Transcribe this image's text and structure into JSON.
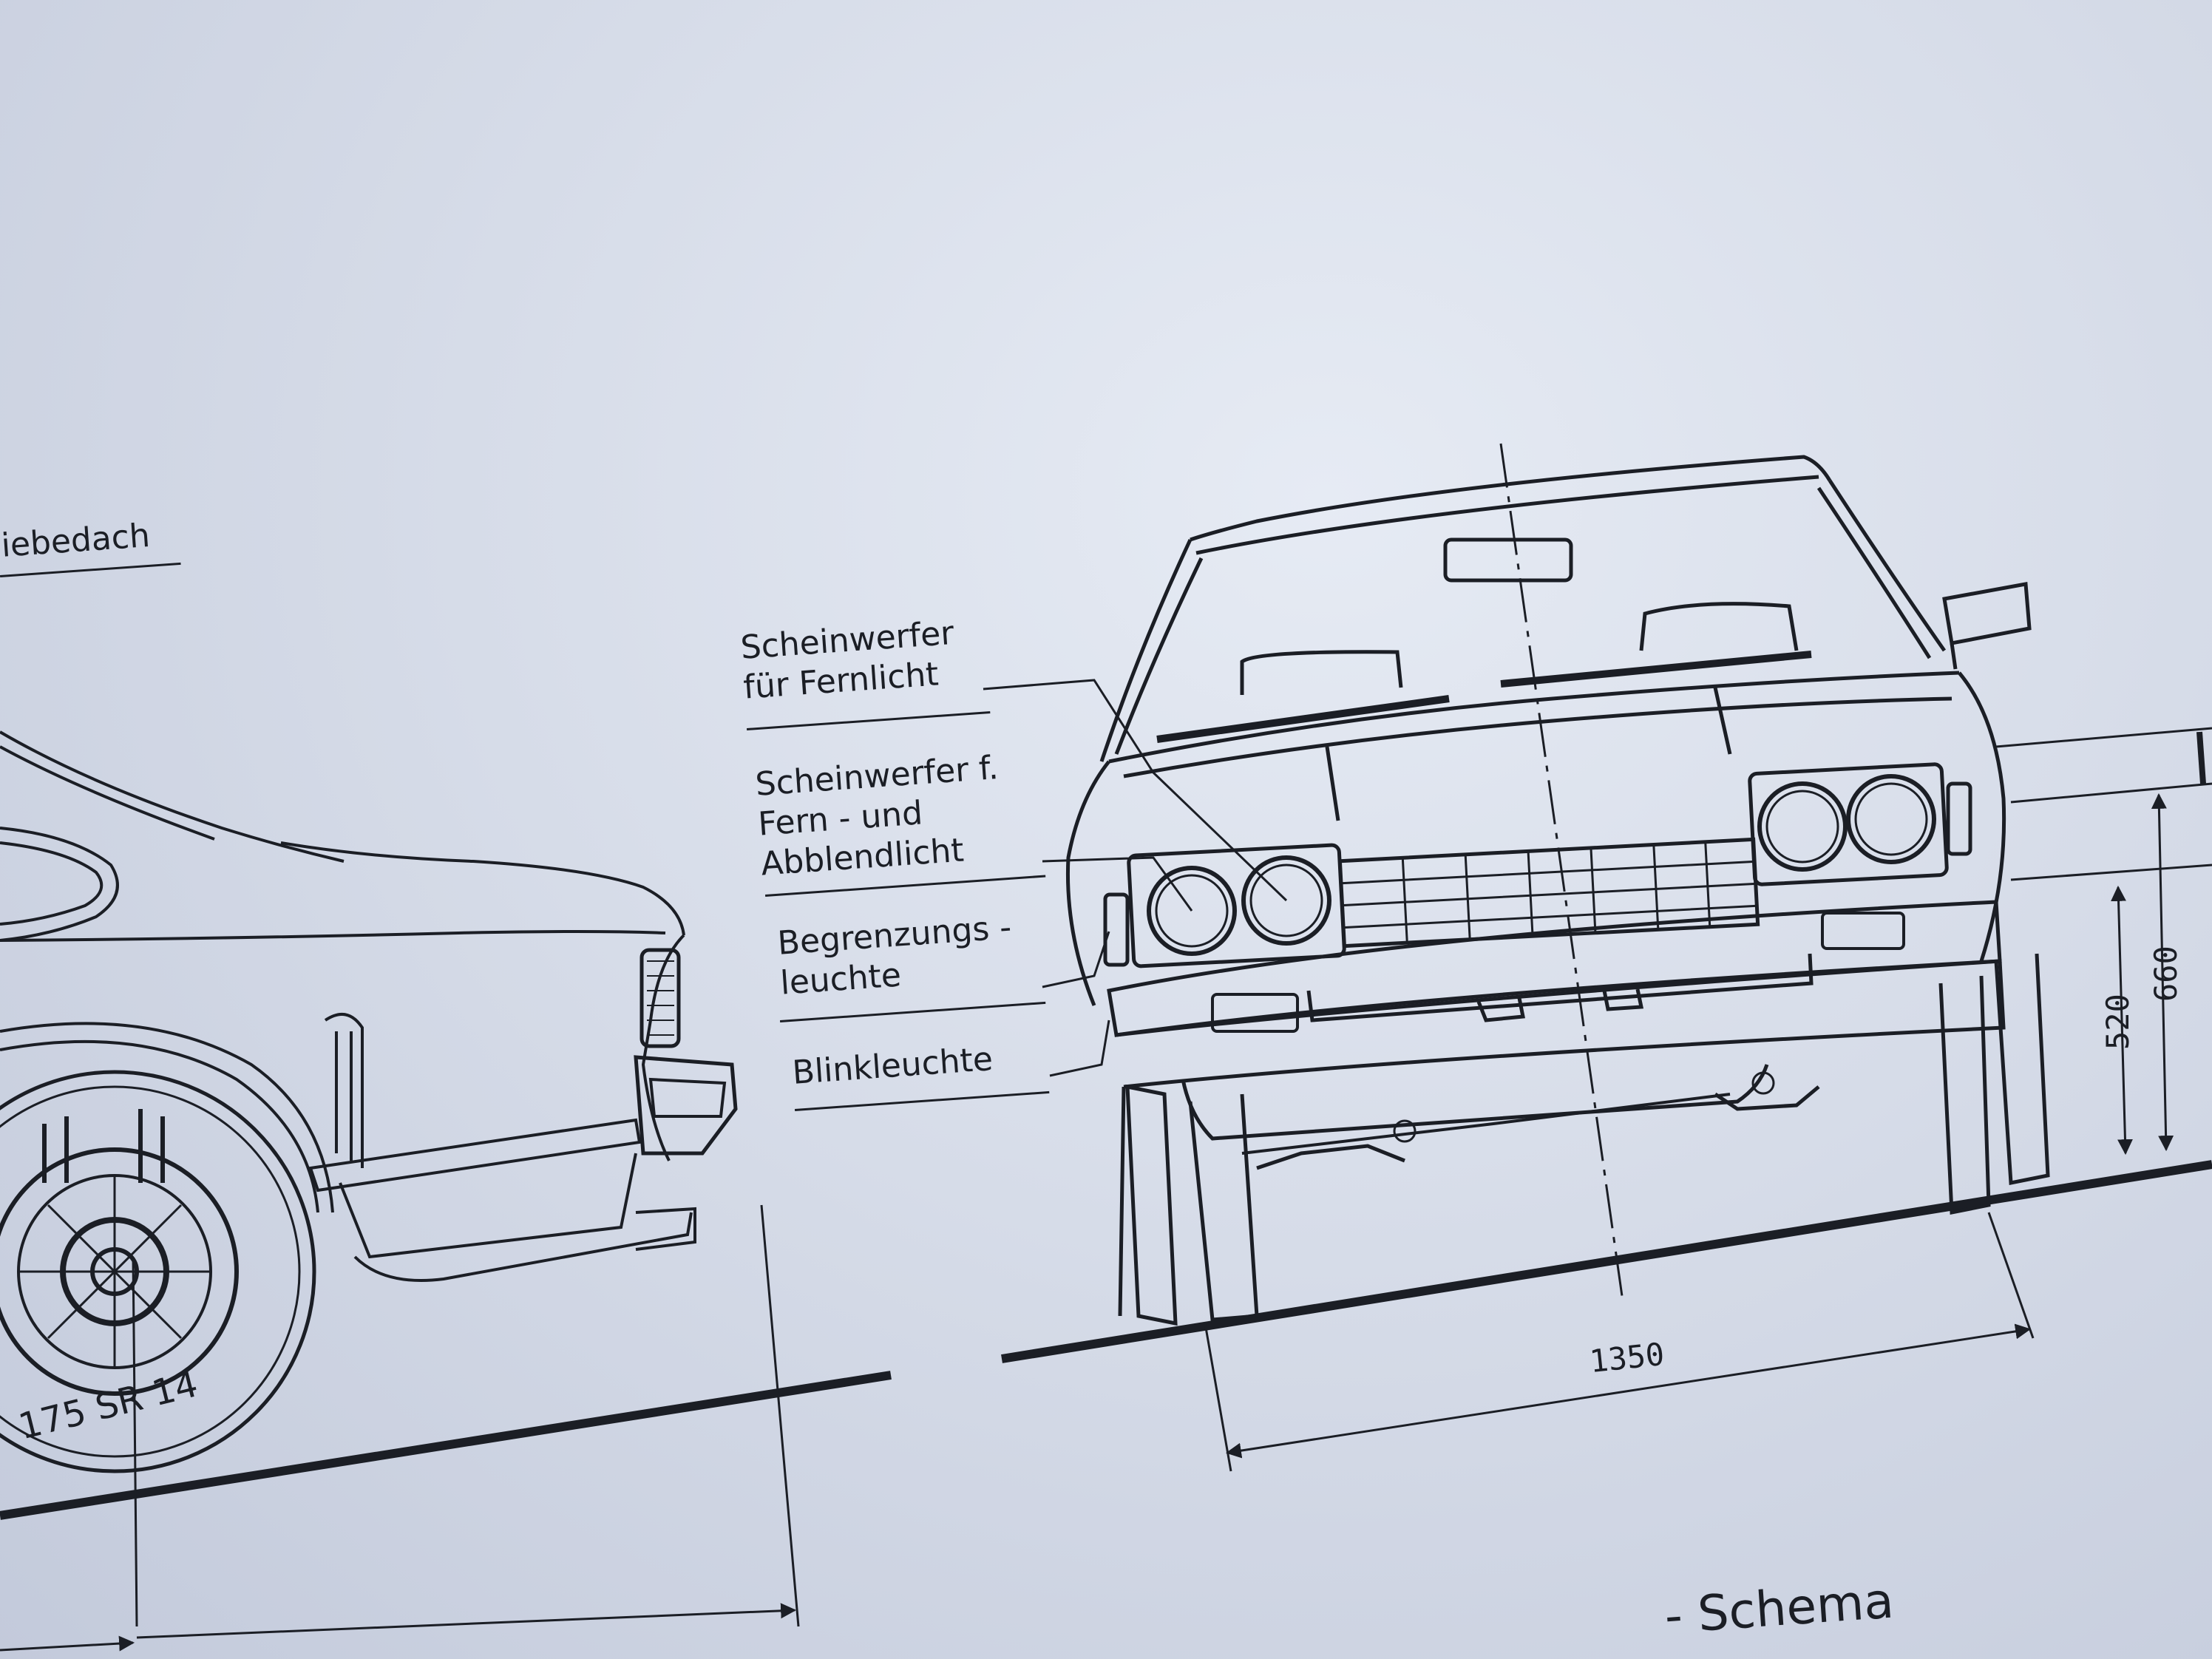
{
  "labels": {
    "schiebedach_fragment": "iebedach",
    "scheinwerfer_fern": [
      "Scheinwerfer",
      "für Fernlicht"
    ],
    "scheinwerfer_fern_abblend": [
      "Scheinwerfer f.",
      "Fern - und",
      "Abblendlicht"
    ],
    "begrenzungsleuchte": [
      "Begrenzungs -",
      "leuchte"
    ],
    "blinkleuchte": "Blinkleuchte",
    "tire_size": "175 SR 14",
    "schema_title": "- Schema"
  },
  "dimensions": {
    "track_width": "1350",
    "height_low": "520",
    "height_high": "660"
  }
}
